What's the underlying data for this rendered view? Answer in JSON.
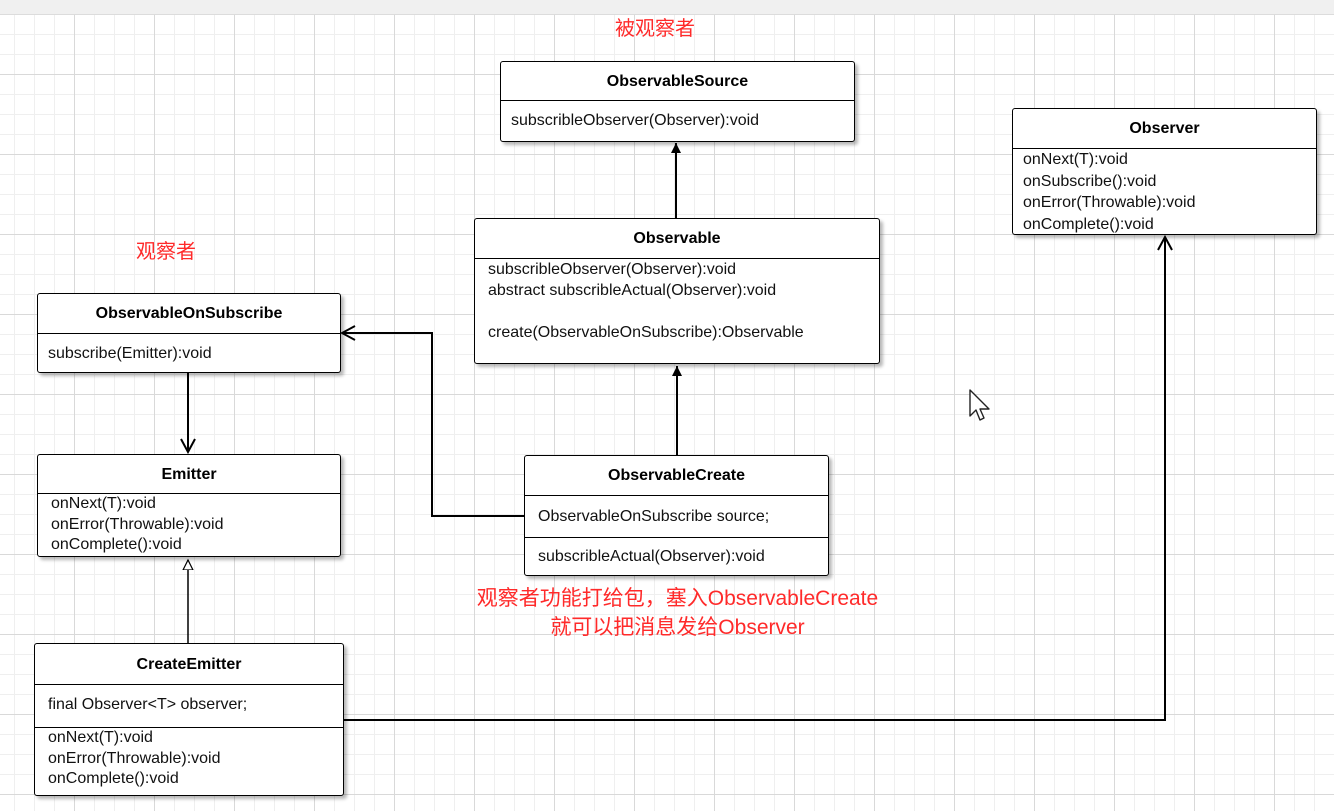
{
  "labels": {
    "observed": "被观察者",
    "observer": "观察者",
    "note_line1": "观察者功能打给包，塞入ObservableCreate",
    "note_line2": "就可以把消息发给Observer"
  },
  "classes": {
    "observable_source": {
      "name": "ObservableSource",
      "methods": [
        "subscribleObserver(Observer):void"
      ]
    },
    "observer": {
      "name": "Observer",
      "methods": [
        "onNext(T):void",
        "onSubscribe():void",
        "onError(Throwable):void",
        "onComplete():void"
      ]
    },
    "observable": {
      "name": "Observable",
      "methods": [
        "subscribleObserver(Observer):void",
        "abstract subscribleActual(Observer):void",
        "",
        "create(ObservableOnSubscribe):Observable"
      ]
    },
    "observable_on_subscribe": {
      "name": "ObservableOnSubscribe",
      "methods": [
        "subscribe(Emitter):void"
      ]
    },
    "emitter": {
      "name": "Emitter",
      "methods": [
        "onNext(T):void",
        "onError(Throwable):void",
        "onComplete():void"
      ]
    },
    "observable_create": {
      "name": "ObservableCreate",
      "fields": [
        "ObservableOnSubscribe source;"
      ],
      "methods": [
        "subscribleActual(Observer):void"
      ]
    },
    "create_emitter": {
      "name": "CreateEmitter",
      "fields": [
        "final Observer<T> observer;"
      ],
      "methods": [
        "onNext(T):void",
        "onError(Throwable):void",
        "onComplete():void"
      ]
    }
  },
  "colors": {
    "note": "#ff2a2a",
    "line": "#000000"
  },
  "icons": {
    "cursor": "mouse-pointer-icon"
  }
}
